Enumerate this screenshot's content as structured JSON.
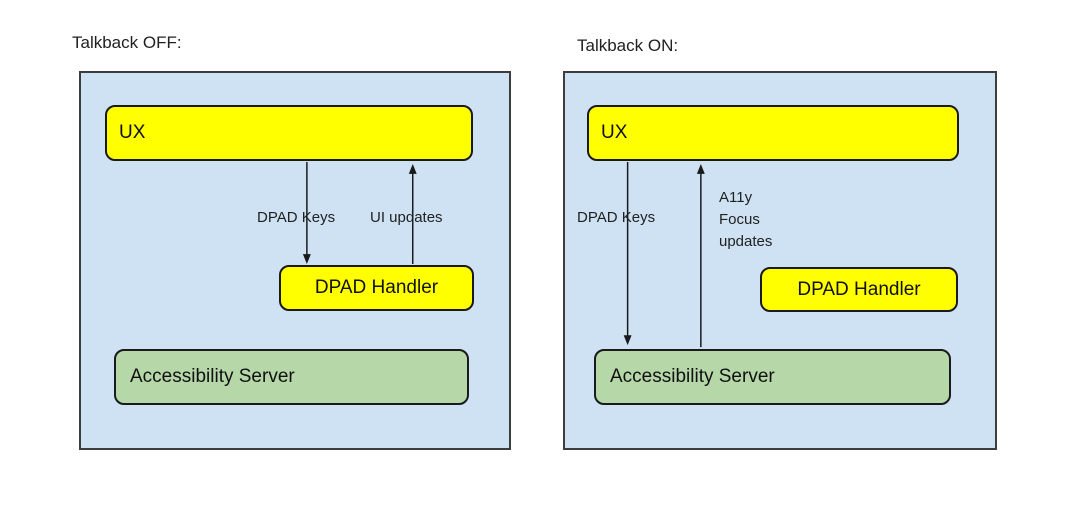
{
  "diagram": {
    "panels": [
      {
        "title": "Talkback OFF:",
        "boxes": {
          "ux": "UX",
          "dpad_handler": "DPAD Handler",
          "accessibility_server": "Accessibility Server"
        },
        "arrows": {
          "down_label": "DPAD Keys",
          "down_from": "UX",
          "down_to": "DPAD Handler",
          "up_label": "UI updates",
          "up_from": "DPAD Handler",
          "up_to": "UX"
        }
      },
      {
        "title": "Talkback ON:",
        "boxes": {
          "ux": "UX",
          "dpad_handler": "DPAD Handler",
          "accessibility_server": "Accessibility Server"
        },
        "arrows": {
          "down_label": "DPAD Keys",
          "down_from": "UX",
          "down_to": "Accessibility Server",
          "up_label_lines": [
            "A11y",
            "Focus",
            "updates"
          ],
          "up_from": "Accessibility Server",
          "up_to": "UX"
        }
      }
    ],
    "colors": {
      "panel_bg": "#cfe2f3",
      "box_yellow": "#ffff00",
      "box_green": "#b6d7a8",
      "border": "#1a1a1a",
      "text": "#212121"
    }
  }
}
